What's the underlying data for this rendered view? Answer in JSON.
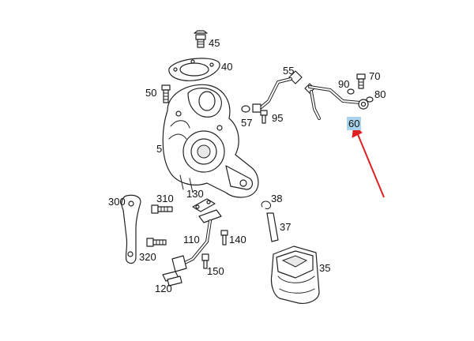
{
  "labels": {
    "p45": "45",
    "p40": "40",
    "p50": "50",
    "p5": "5",
    "p55": "55",
    "p57": "57",
    "p95": "95",
    "p90": "90",
    "p70": "70",
    "p80": "80",
    "p60": "60",
    "p300": "300",
    "p310": "310",
    "p320": "320",
    "p130": "130",
    "p110": "110",
    "p140": "140",
    "p150": "150",
    "p120": "120",
    "p38": "38",
    "p37": "37",
    "p35": "35"
  },
  "highlighted_part": "60",
  "colors": {
    "highlight": "#a9d2ec",
    "arrow": "#e02020",
    "line": "#222222"
  }
}
